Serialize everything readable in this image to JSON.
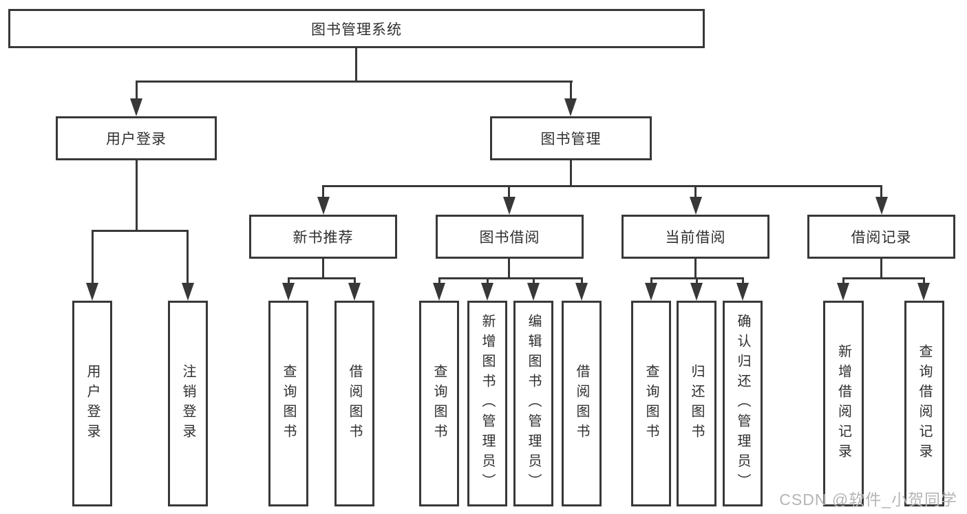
{
  "title_box": {
    "label": "图书管理系统"
  },
  "branches": [
    {
      "label": "用户登录",
      "children": [
        {
          "label": "用户登录"
        },
        {
          "label": "注销登录"
        }
      ]
    },
    {
      "label": "图书管理",
      "sections": [
        {
          "label": "新书推荐",
          "children": [
            {
              "label": "查询图书"
            },
            {
              "label": "借阅图书"
            }
          ]
        },
        {
          "label": "图书借阅",
          "children": [
            {
              "label": "查询图书"
            },
            {
              "label": "新增图书（管理员）"
            },
            {
              "label": "编辑图书（管理员）"
            },
            {
              "label": "借阅图书"
            }
          ]
        },
        {
          "label": "当前借阅",
          "children": [
            {
              "label": "查询图书"
            },
            {
              "label": "归还图书"
            },
            {
              "label": "确认归还（管理员）"
            }
          ]
        },
        {
          "label": "借阅记录",
          "children": [
            {
              "label": "新增借阅记录"
            },
            {
              "label": "查询借阅记录"
            }
          ]
        }
      ]
    }
  ],
  "watermark": "CSDN @软件_小贺同学",
  "colors": {
    "line": "#383838",
    "text": "#2f2f2f",
    "watermark": "#b5b5b5",
    "background": "#ffffff"
  }
}
